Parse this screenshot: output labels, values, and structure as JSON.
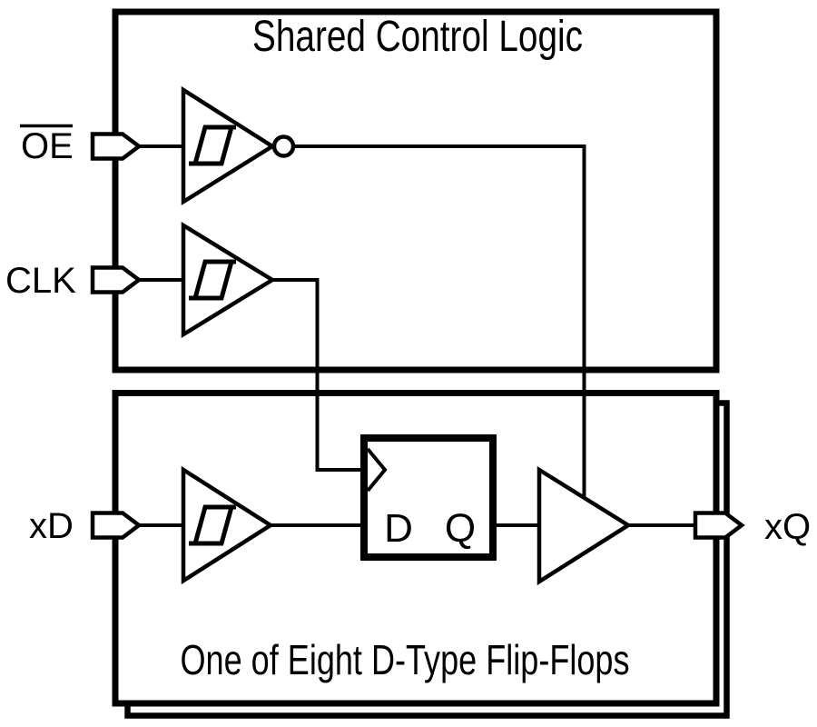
{
  "diagram": {
    "background_color": "#ffffff",
    "line_color": "#000000",
    "shared_control_box": {
      "title": "Shared Control Logic"
    },
    "flip_flop_box": {
      "title": "One of Eight D-Type Flip-Flops",
      "stacked": true
    },
    "ports": {
      "oe": {
        "label": "OE",
        "overline": true
      },
      "clk": {
        "label": "CLK"
      },
      "xd": {
        "label": "xD"
      },
      "xq": {
        "label": "xQ"
      }
    },
    "flip_flop": {
      "d_label": "D",
      "q_label": "Q"
    }
  }
}
